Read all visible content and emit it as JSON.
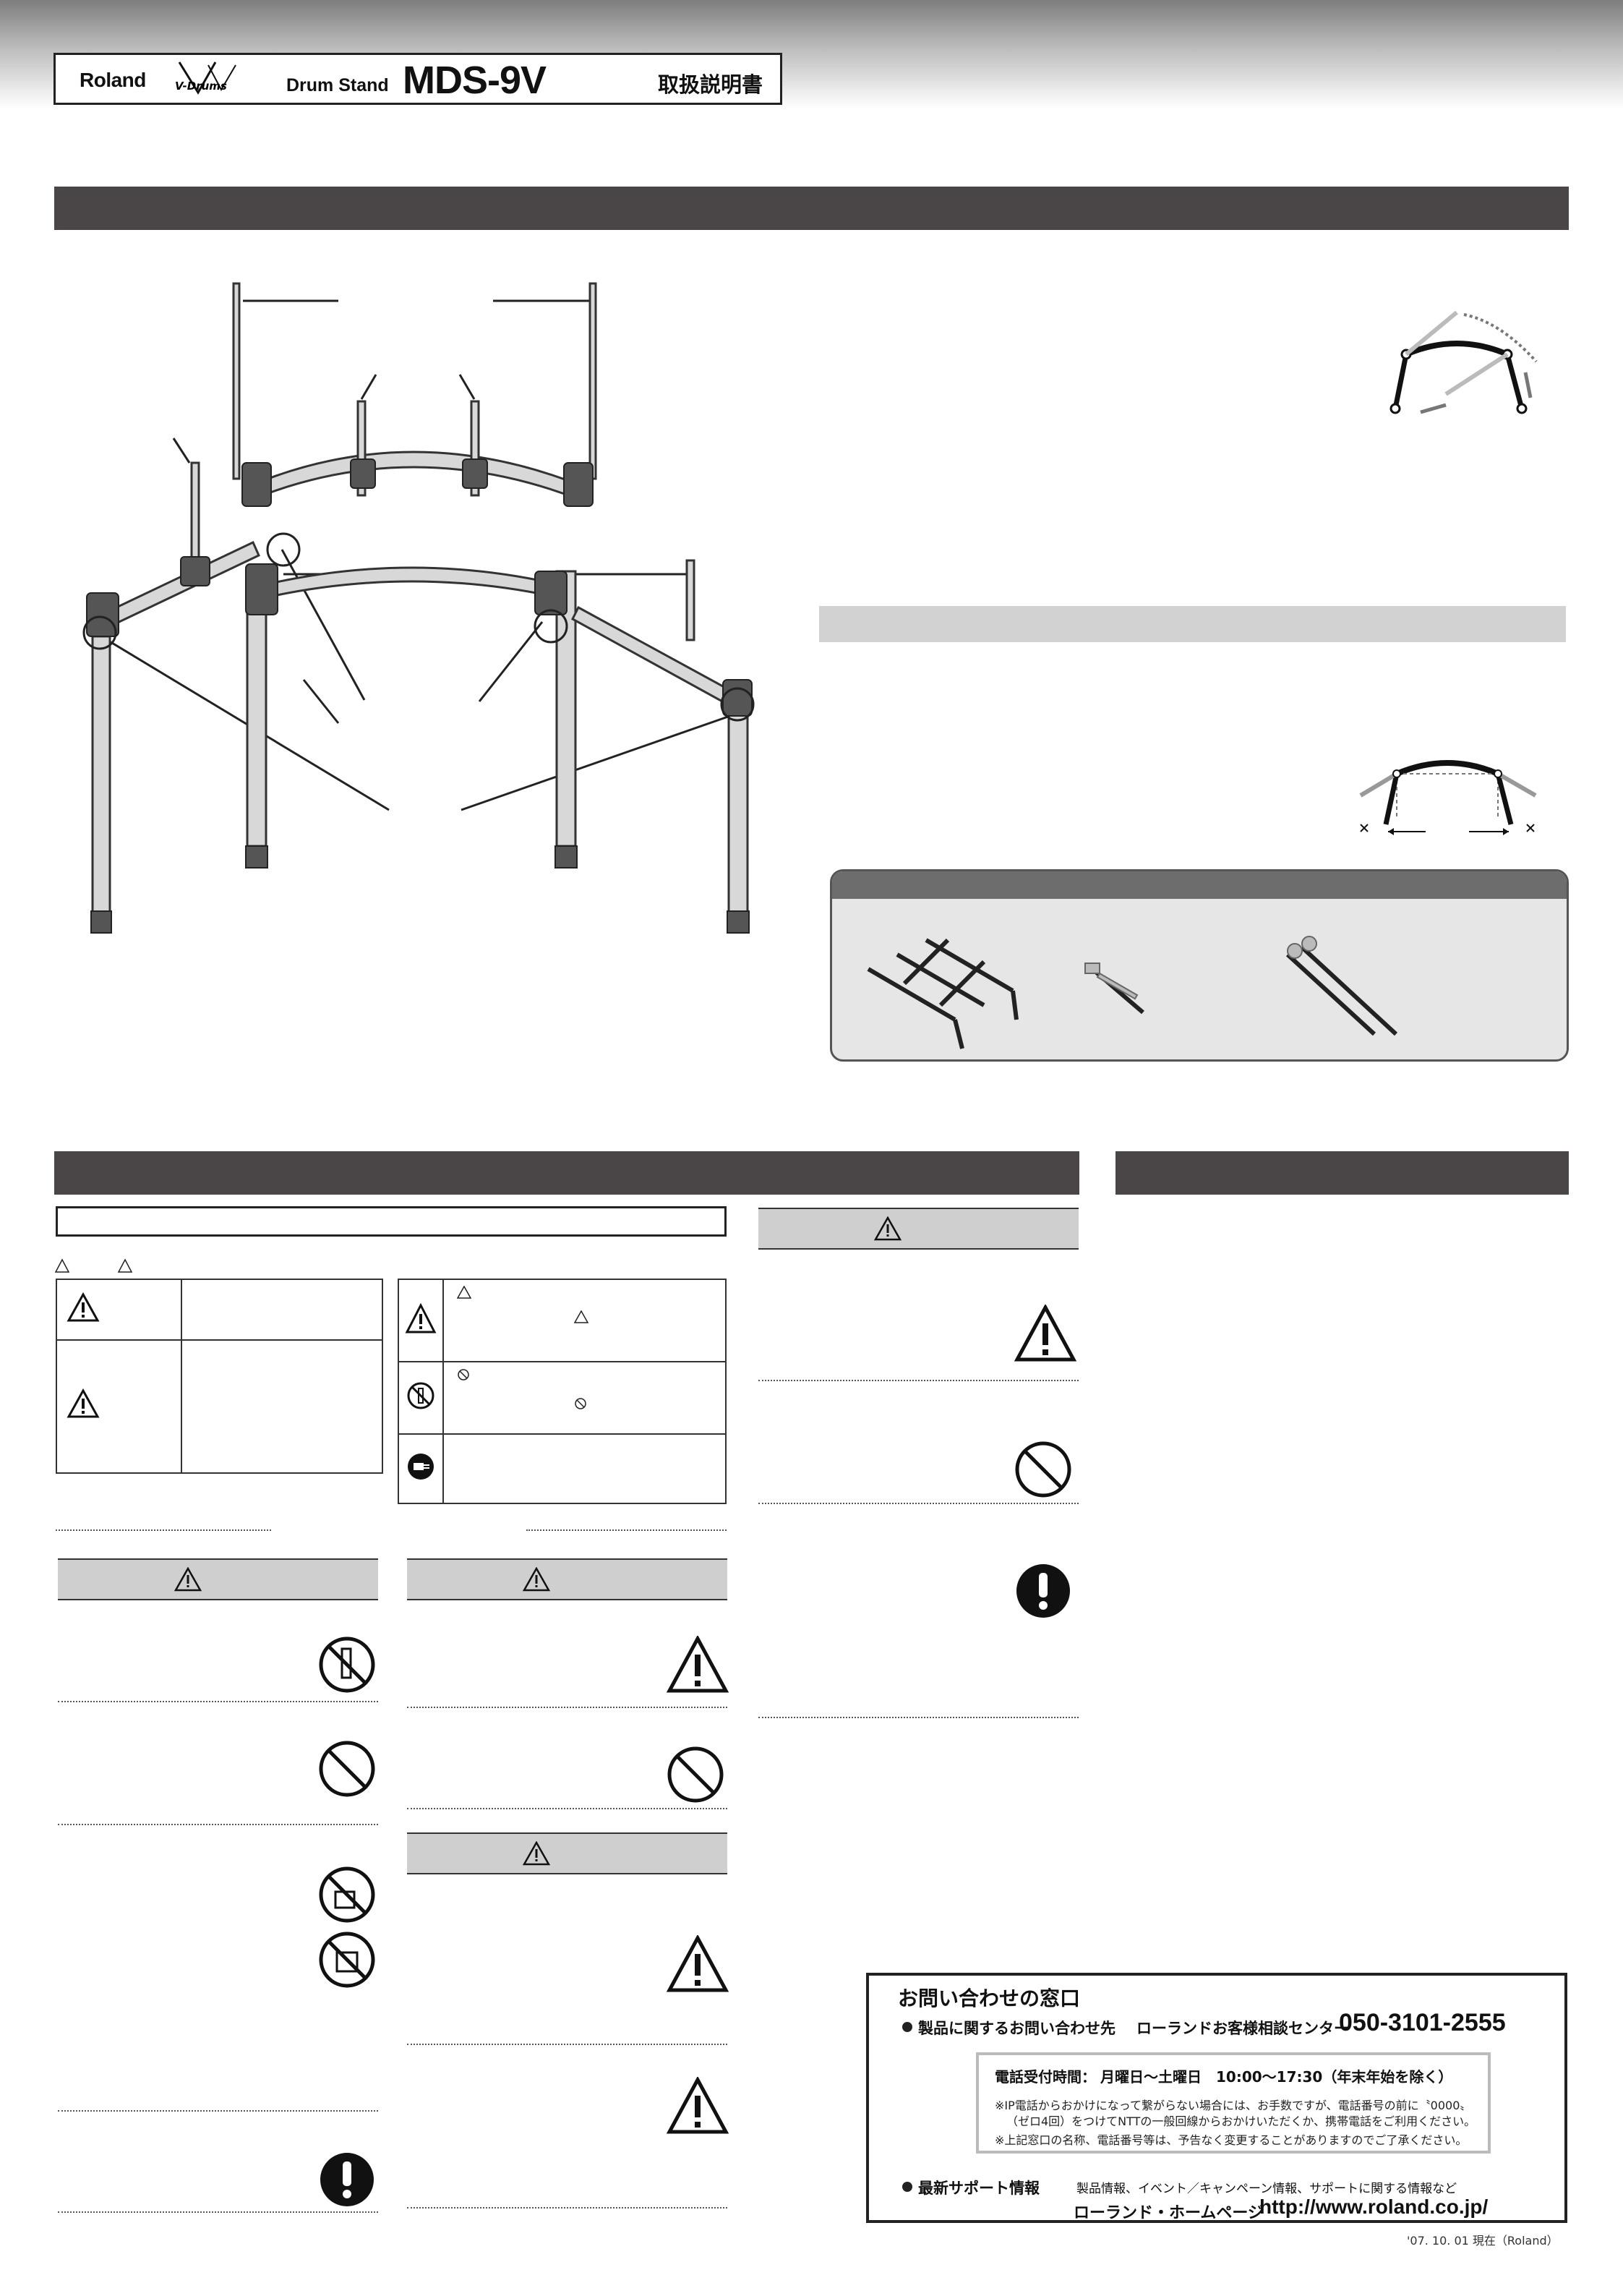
{
  "header": {
    "brand": "Roland",
    "series_logo": "V-Drums",
    "product_type": "Drum Stand",
    "model": "MDS-9V",
    "manual_title": "取扱説明書"
  },
  "icons": {
    "warning": "warning-triangle-icon",
    "prohibited": "prohibition-circle-icon",
    "mandatory": "exclamation-circle-icon",
    "no_disassembly": "no-disassembly-icon",
    "unplug": "unplug-icon"
  },
  "colors": {
    "section_bar": "#4a4546",
    "caution_bar": "#cfcfcf",
    "panel_bg": "#e6e6e6"
  },
  "contact": {
    "title": "お問い合わせの窓口",
    "product_inquiry_label": "製品に関するお問い合わせ先",
    "center_name": "ローランドお客様相談センター",
    "phone": "050-3101-2555",
    "hours_label": "電話受付時間：",
    "hours": "月曜日〜土曜日　10:00〜17:30（年末年始を除く）",
    "note1_line1": "※IP電話からおかけになって繋がらない場合には、お手数ですが、電話番号の前に〝0000〟",
    "note1_line2": "（ゼロ4回）をつけてNTTの一般回線からおかけいただくか、携帯電話をご利用ください。",
    "note2": "※上記窓口の名称、電話番号等は、予告なく変更することがありますのでご了承ください。",
    "support_label": "最新サポート情報",
    "support_desc": "製品情報、イベント／キャンペーン情報、サポートに関する情報など",
    "homepage_label": "ローランド・ホームページ",
    "url": "http://www.roland.co.jp/"
  },
  "footer": {
    "date": "'07. 10. 01 現在（Roland）"
  }
}
